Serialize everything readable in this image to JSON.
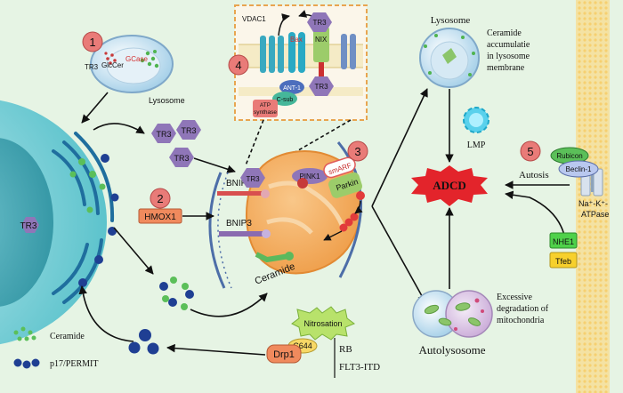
{
  "markers": {
    "m1": "1",
    "m2": "2",
    "m3": "3",
    "m4": "4",
    "m5": "5"
  },
  "top_left": {
    "tr3": "TR3",
    "glccer": "GlcCer",
    "gcase": "GCase",
    "lysosome": "Lysosome"
  },
  "tr3_hex": {
    "cell": "TR3",
    "a": "TR3",
    "b": "TR3",
    "c": "TR3",
    "mito": "TR3",
    "inset_top": "TR3",
    "inset_bottom": "TR3"
  },
  "inset": {
    "vdac1": "VDAC1",
    "bax": "Bax",
    "nix": "NIX",
    "ant1": "ANT-1",
    "csub": "C-sub",
    "atp1": "ATP",
    "atp2": "synthase"
  },
  "hmox1": "HMOX1",
  "mito": {
    "bnip3l": "BNIP3L",
    "bnip3": "BNIP3",
    "ceramide": "Ceramide",
    "pink1": "PINK1",
    "smarf": "smARF",
    "parkin": "Parkin"
  },
  "bottom": {
    "nitrosation": "Nitrosation",
    "c644": "C644",
    "drp1": "Drp1",
    "rb": "RB",
    "flt3": "FLT3-ITD"
  },
  "legend": {
    "ceramide": "Ceramide",
    "permit": "p17/PERMIT"
  },
  "right": {
    "lysosome": "Lysosome",
    "ceramide_text": [
      "Ceramide",
      "accumulatie",
      "in lysosome",
      "membrane"
    ],
    "lmp": "LMP",
    "adcd": "ADCD",
    "autosis": "Autosis",
    "rubicon": "Rubicon",
    "beclin": "Beclin-1",
    "nak": "Na⁺-K⁺-",
    "atpase": "ATPase",
    "nhe1": "NHE1",
    "tfeb": "Tfeb",
    "excessive_text": [
      "Excessive",
      "degradation of",
      "mitochondria"
    ],
    "autolysosome": "Autolysosome"
  },
  "colors": {
    "background": "#e6f4e4",
    "marker": "#e97b78",
    "tr3": "#8f76b8",
    "adcd": "#e3242b",
    "mito": "#f2a14c"
  }
}
